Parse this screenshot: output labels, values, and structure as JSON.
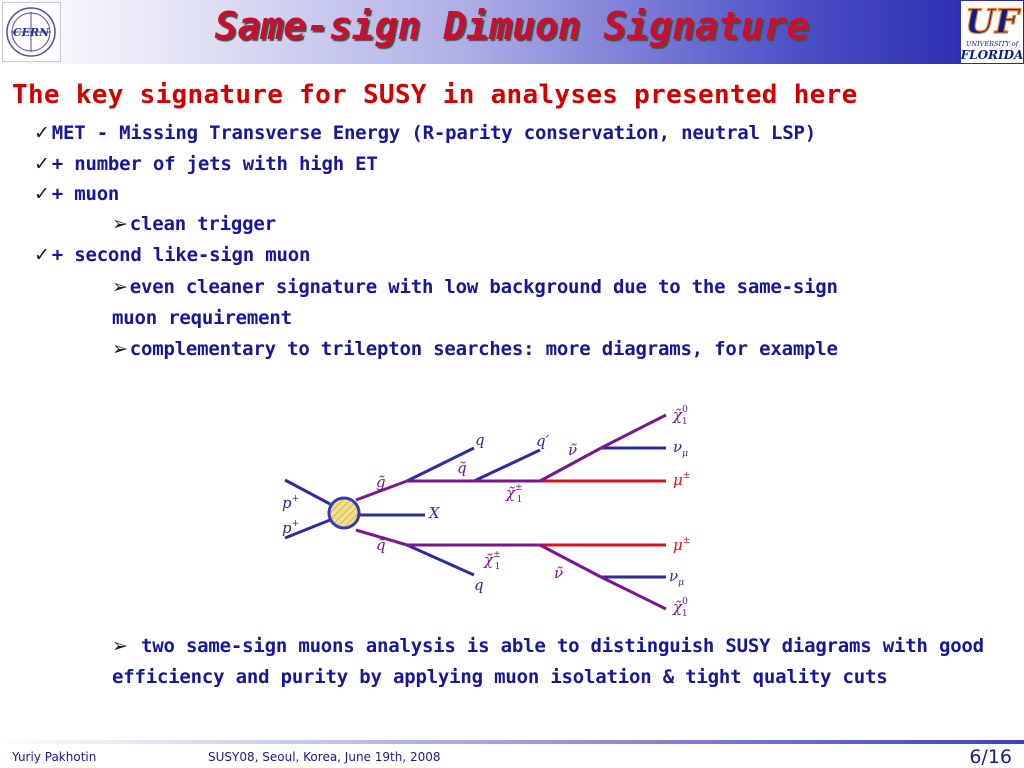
{
  "header": {
    "title": "Same-sign Dimuon Signature",
    "left_logo": "CERN",
    "right_logo": {
      "letters": "UF",
      "line1": "UNIVERSITY of",
      "line2": "FLORIDA"
    }
  },
  "content": {
    "heading": "The key signature for SUSY in analyses presented here",
    "bullets": [
      {
        "marker": "✓",
        "text": "MET - Missing Transverse Energy (R-parity conservation, neutral LSP)"
      },
      {
        "marker": "✓",
        "text": "+ number of jets with high ET"
      },
      {
        "marker": "✓",
        "text": "+ muon"
      },
      {
        "marker": "➢",
        "text": "clean trigger"
      },
      {
        "marker": "✓",
        "text": "+ second like-sign muon"
      },
      {
        "marker": "➢",
        "text": "even cleaner signature with low background due to the same-sign"
      },
      {
        "marker": "",
        "text": "muon requirement"
      },
      {
        "marker": "➢",
        "text": "complementary to trilepton searches: more diagrams, for example"
      }
    ],
    "note": {
      "marker": "➢",
      "text": "two same-sign muons analysis is able to distinguish SUSY diagrams with good efficiency and purity by applying muon isolation & tight quality cuts"
    }
  },
  "diagram": {
    "labels": {
      "p1": "p",
      "p1_sup": "+",
      "p2": "p",
      "p2_sup": "+",
      "x": "X",
      "gluino": "g̃",
      "squark_top": "q̃",
      "q_top": "q",
      "q_prime": "q′",
      "chargino_top": "χ̃",
      "chargino_top_sup": "±",
      "chargino_top_sub": "1",
      "sneutrino_top": "ν̃",
      "neutralino_top": "χ̃",
      "neutralino_top_sup": "0",
      "neutralino_top_sub": "1",
      "nu_top": "ν",
      "nu_top_sub": "μ",
      "mu_top": "μ",
      "mu_top_sup": "±",
      "squark_bottom": "q̃",
      "q_bottom": "q",
      "chargino_bottom": "χ̃",
      "chargino_bottom_sup": "±",
      "chargino_bottom_sub": "1",
      "sneutrino_bottom": "ν̃",
      "mu_bottom": "μ",
      "mu_bottom_sup": "±",
      "nu_bottom": "ν",
      "nu_bottom_sub": "μ",
      "neutralino_bottom": "χ̃",
      "neutralino_bottom_sup": "0",
      "neutralino_bottom_sub": "1"
    },
    "colors": {
      "quark": "#2b2da0",
      "sparticle": "#7a1690",
      "muon": "#e0101c",
      "blob_fill": "#f2e090",
      "blob_stroke": "#3838b8"
    }
  },
  "footer": {
    "author": "Yuriy Pakhotin",
    "event": "SUSY08, Seoul, Korea, June 19th, 2008",
    "page": "6/16"
  }
}
